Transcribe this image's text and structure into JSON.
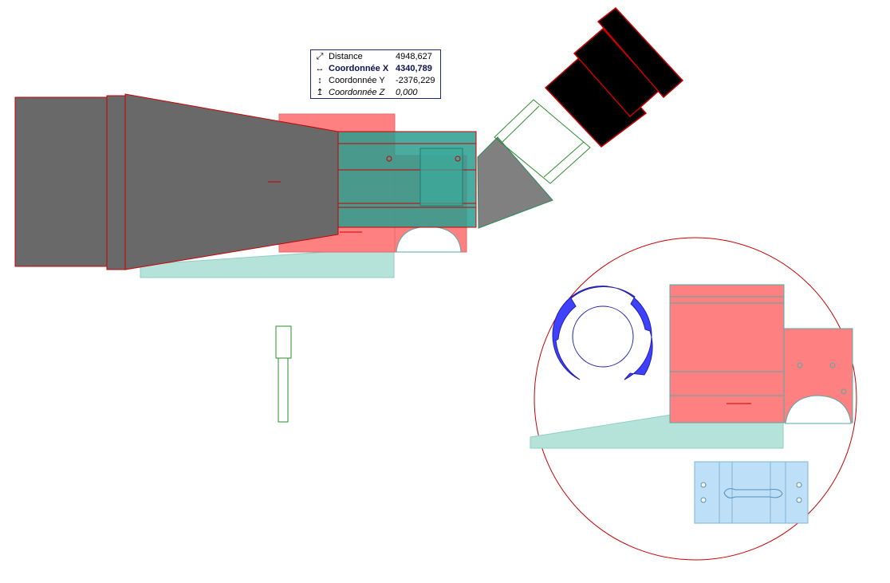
{
  "tracker": {
    "rows": [
      {
        "icon": "⤢",
        "icon_name": "distance-icon",
        "label": "Distance",
        "value": "4948,627",
        "style": "normal"
      },
      {
        "icon": "↔",
        "icon_name": "x-axis-icon",
        "label": "Coordonnée X",
        "value": "4340,789",
        "style": "bold"
      },
      {
        "icon": "↕",
        "icon_name": "y-axis-icon",
        "label": "Coordonnée Y",
        "value": "-2376,229",
        "style": "normal"
      },
      {
        "icon": "↥",
        "icon_name": "z-axis-icon",
        "label": "Coordonnée Z",
        "value": "0,000",
        "style": "italic"
      }
    ]
  },
  "colors": {
    "gray_body": "#696969",
    "red_fill": "#ff8080",
    "teal_fill": "#2a9d8f",
    "teal_light": "#b5e3da",
    "black_eyepiece": "#000000",
    "blue_ring": "#4040ff",
    "light_blue_plate": "#bde0f8",
    "outline_red": "#cc0000",
    "outline_green": "#2e8b2e"
  }
}
